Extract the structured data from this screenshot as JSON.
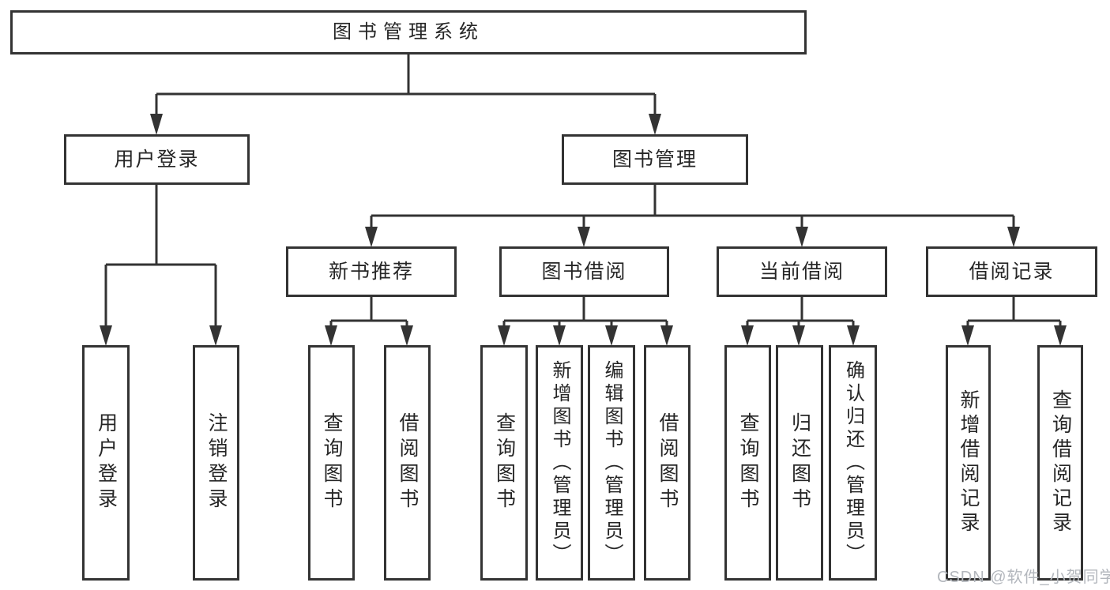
{
  "diagram_title": "图书管理系统",
  "nodes": {
    "root": "图书管理系统",
    "user_login": "用户登录",
    "book_mgmt": "图书管理",
    "new_book_rec": "新书推荐",
    "book_borrow": "图书借阅",
    "current_borrow": "当前借阅",
    "borrow_record": "借阅记录",
    "leaf_user_login": "用户登录",
    "leaf_logout": "注销登录",
    "leaf_query_book_rec": "查询图书",
    "leaf_borrow_book_rec": "借阅图书",
    "leaf_query_book_borrow": "查询图书",
    "leaf_add_book": "新增图书（管理员）",
    "leaf_edit_book": "编辑图书（管理员）",
    "leaf_borrow_book_borrow": "借阅图书",
    "leaf_query_book_current": "查询图书",
    "leaf_return_book": "归还图书",
    "leaf_confirm_return": "确认归还（管理员）",
    "leaf_add_record": "新增借阅记录",
    "leaf_query_record": "查询借阅记录"
  },
  "hierarchy": {
    "label": "图书管理系统",
    "children": [
      {
        "label": "用户登录",
        "children": [
          {
            "label": "用户登录"
          },
          {
            "label": "注销登录"
          }
        ]
      },
      {
        "label": "图书管理",
        "children": [
          {
            "label": "新书推荐",
            "children": [
              {
                "label": "查询图书"
              },
              {
                "label": "借阅图书"
              }
            ]
          },
          {
            "label": "图书借阅",
            "children": [
              {
                "label": "查询图书"
              },
              {
                "label": "新增图书（管理员）"
              },
              {
                "label": "编辑图书（管理员）"
              },
              {
                "label": "借阅图书"
              }
            ]
          },
          {
            "label": "当前借阅",
            "children": [
              {
                "label": "查询图书"
              },
              {
                "label": "归还图书"
              },
              {
                "label": "确认归还（管理员）"
              }
            ]
          },
          {
            "label": "借阅记录",
            "children": [
              {
                "label": "新增借阅记录"
              },
              {
                "label": "查询借阅记录"
              }
            ]
          }
        ]
      }
    ]
  },
  "watermark": "CSDN @软件_小贺同学",
  "colors": {
    "line": "#333333",
    "box_border": "#333333",
    "text": "#262626",
    "watermark": "#b3b7bd",
    "background": "#ffffff"
  }
}
